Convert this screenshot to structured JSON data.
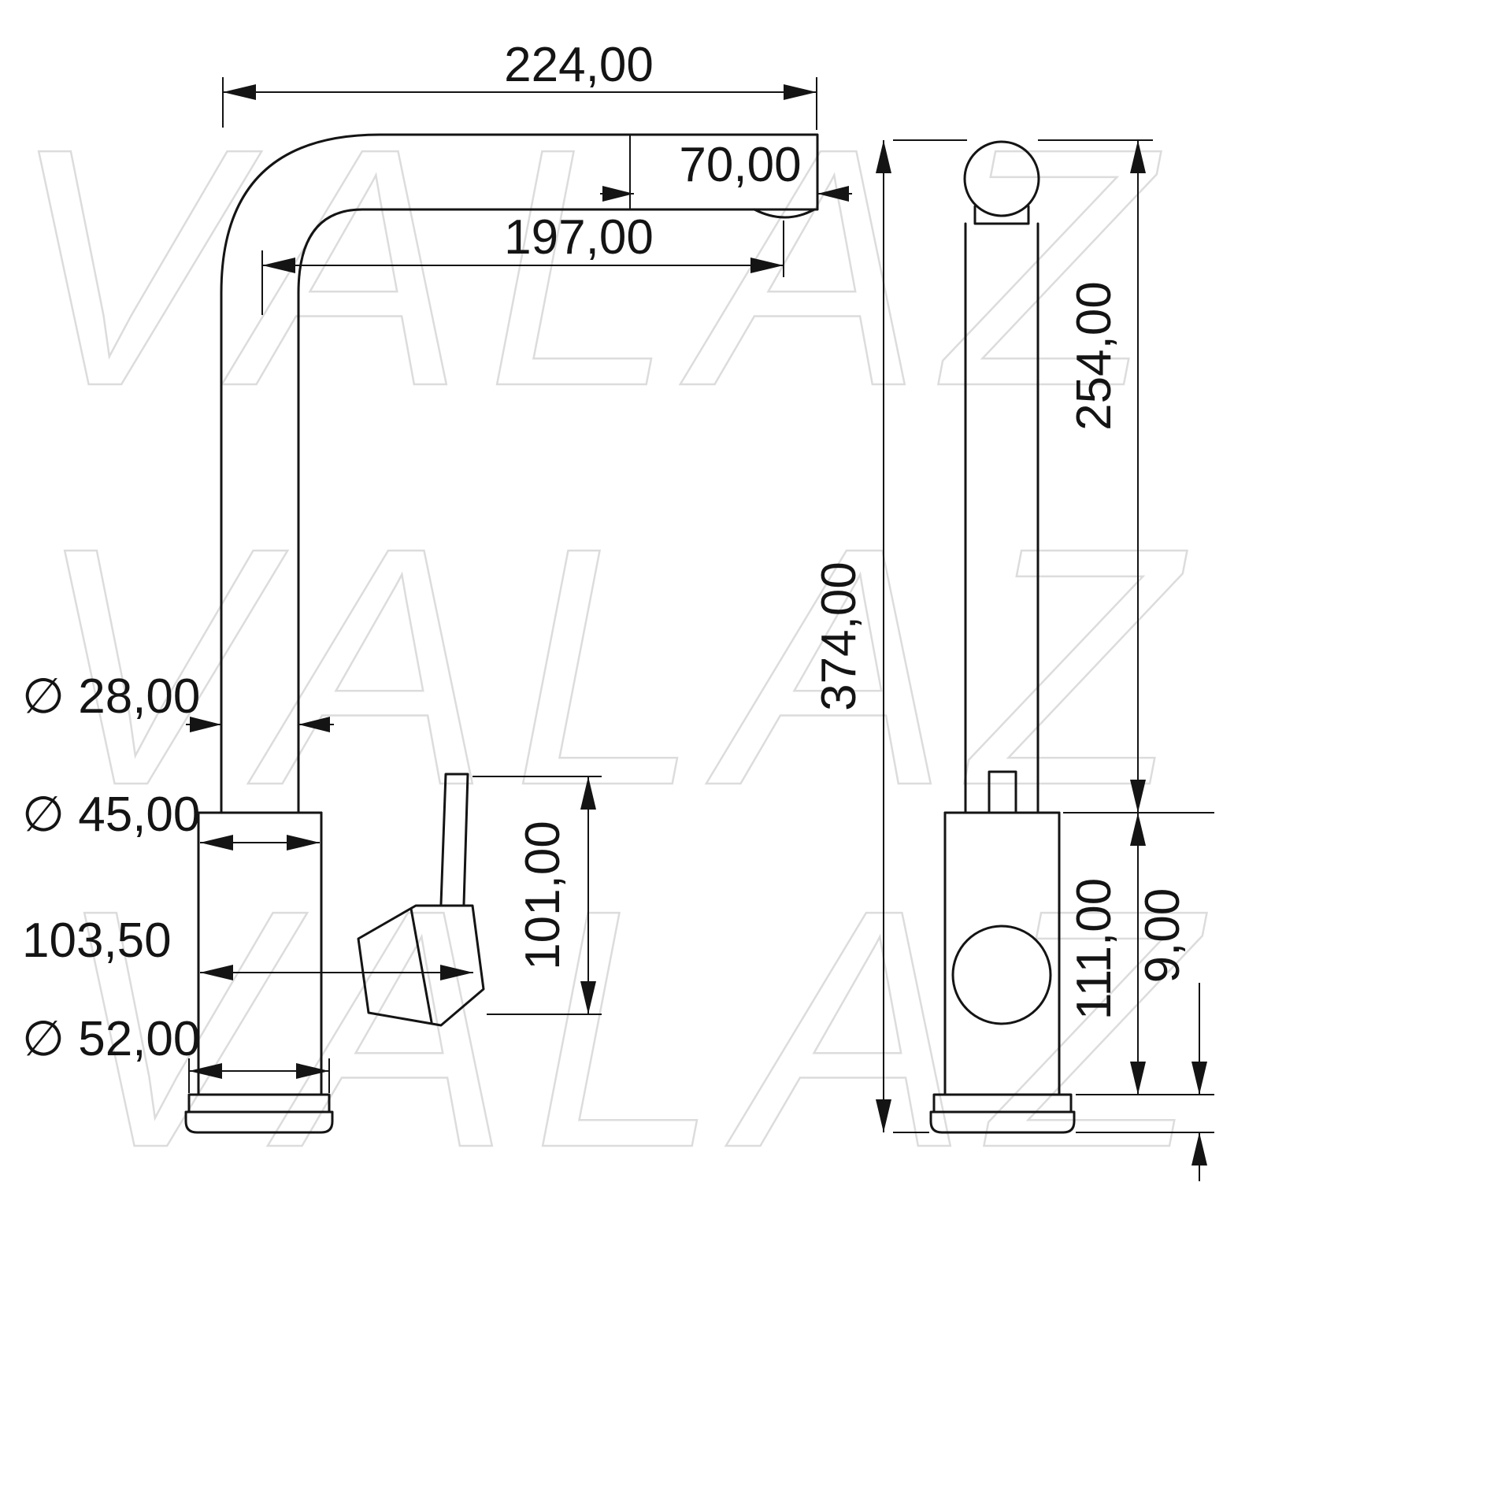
{
  "drawing": {
    "watermark": "VALAZ",
    "side_view": {
      "total_reach": "224,00",
      "spout_end_length": "70,00",
      "spout_reach": "197,00",
      "pipe_diameter": "∅ 28,00",
      "body_diameter": "∅ 45,00",
      "handle_projection": "103,50",
      "base_diameter": "∅ 52,00",
      "handle_height": "101,00"
    },
    "front_view": {
      "total_height": "374,00",
      "spout_height": "254,00",
      "body_height": "111,00",
      "base_plate_height": "9,00"
    }
  }
}
